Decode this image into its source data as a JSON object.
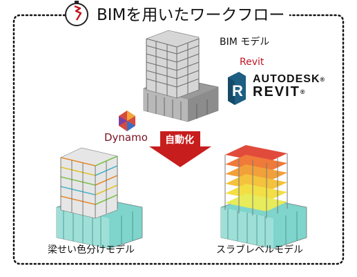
{
  "title": "BIMを用いたワークフロー",
  "top_model": {
    "caption": "BIM モデル",
    "software": "Revit"
  },
  "logo": {
    "line1": "AUTODESK",
    "line2": "REVIT",
    "reg": "®"
  },
  "dynamo": {
    "label": "Dynamo"
  },
  "process": {
    "label": "自動化"
  },
  "bottom_left": {
    "caption": "梁せい色分けモデル"
  },
  "bottom_right": {
    "caption": "スラブレベルモデル"
  },
  "colors": {
    "border": "#111111",
    "arrow": "#c81d1d",
    "revit_logo": "#1e5e82",
    "revit_text": "#c1121f"
  }
}
